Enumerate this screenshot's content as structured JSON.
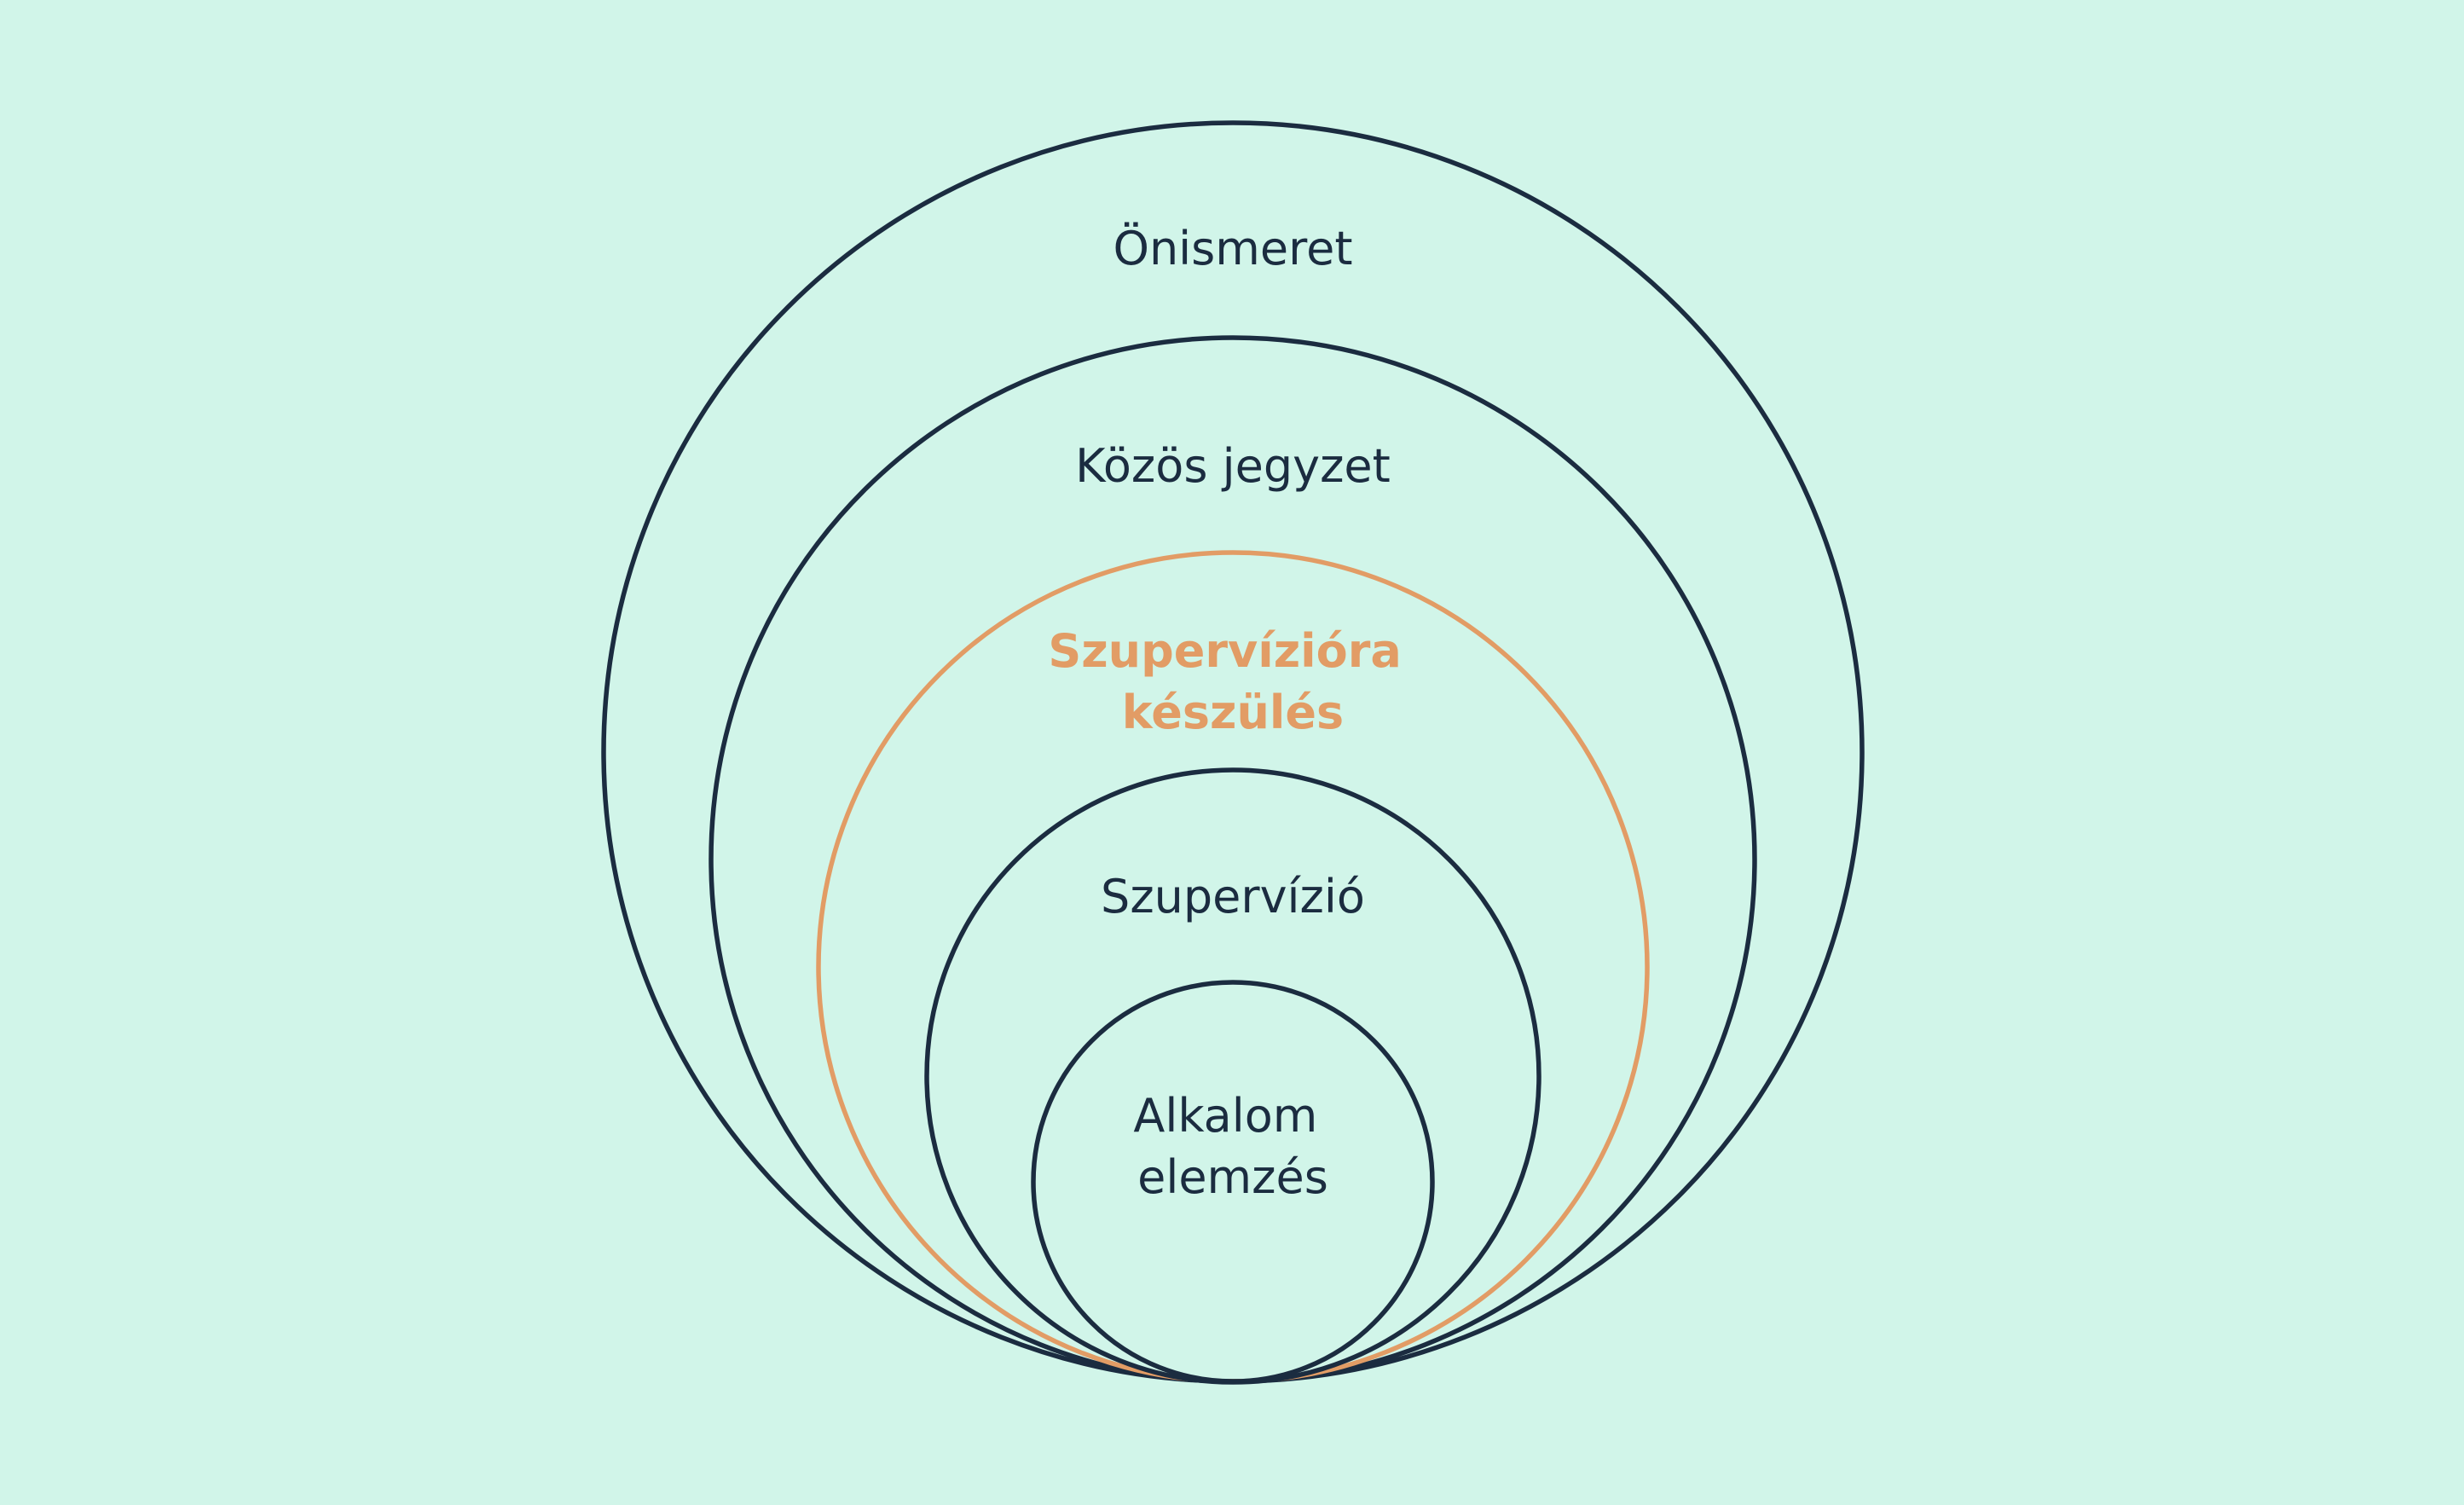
{
  "colors": {
    "background": "#d1f5e9",
    "outline": "#1b2c40",
    "highlight": "#e29c65"
  },
  "circles": [
    {
      "id": "onismeret",
      "label_lines": [
        "Önismeret"
      ],
      "highlight": false
    },
    {
      "id": "kozos-jegyzet",
      "label_lines": [
        "Közös jegyzet"
      ],
      "highlight": false
    },
    {
      "id": "szupervíziora-keszules",
      "label_lines": [
        "Szupervízióra",
        "készülés"
      ],
      "highlight": true
    },
    {
      "id": "szupervizio",
      "label_lines": [
        "Szupervízió"
      ],
      "highlight": false
    },
    {
      "id": "alkalom-elemzes",
      "label_lines": [
        "Alkalom",
        "elemzés"
      ],
      "highlight": false
    }
  ]
}
